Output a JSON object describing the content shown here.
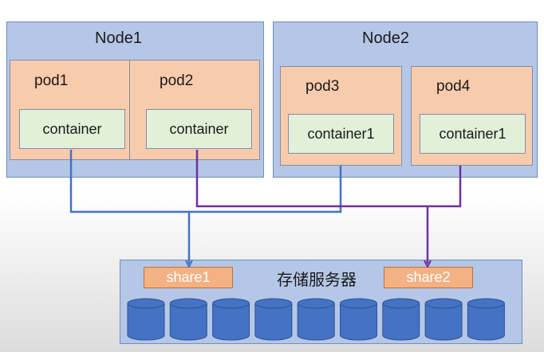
{
  "nodes": [
    {
      "title": "Node1",
      "pods": [
        {
          "label": "pod1",
          "container": "container"
        },
        {
          "label": "pod2",
          "container": "container"
        }
      ]
    },
    {
      "title": "Node2",
      "pods": [
        {
          "label": "pod3",
          "container": "container1"
        },
        {
          "label": "pod4",
          "container": "container1"
        }
      ]
    }
  ],
  "storage": {
    "title": "存储服务器",
    "shares": [
      "share1",
      "share2"
    ],
    "disk_count": 9
  },
  "colors": {
    "node_bg": "#b4c7e7",
    "pod_bg": "#f8cbad",
    "container_bg": "#e2f0d9",
    "share_bg": "#f4b183",
    "line_share1": "#4472c4",
    "line_share2": "#7030a0",
    "disk": "#4472c4"
  }
}
